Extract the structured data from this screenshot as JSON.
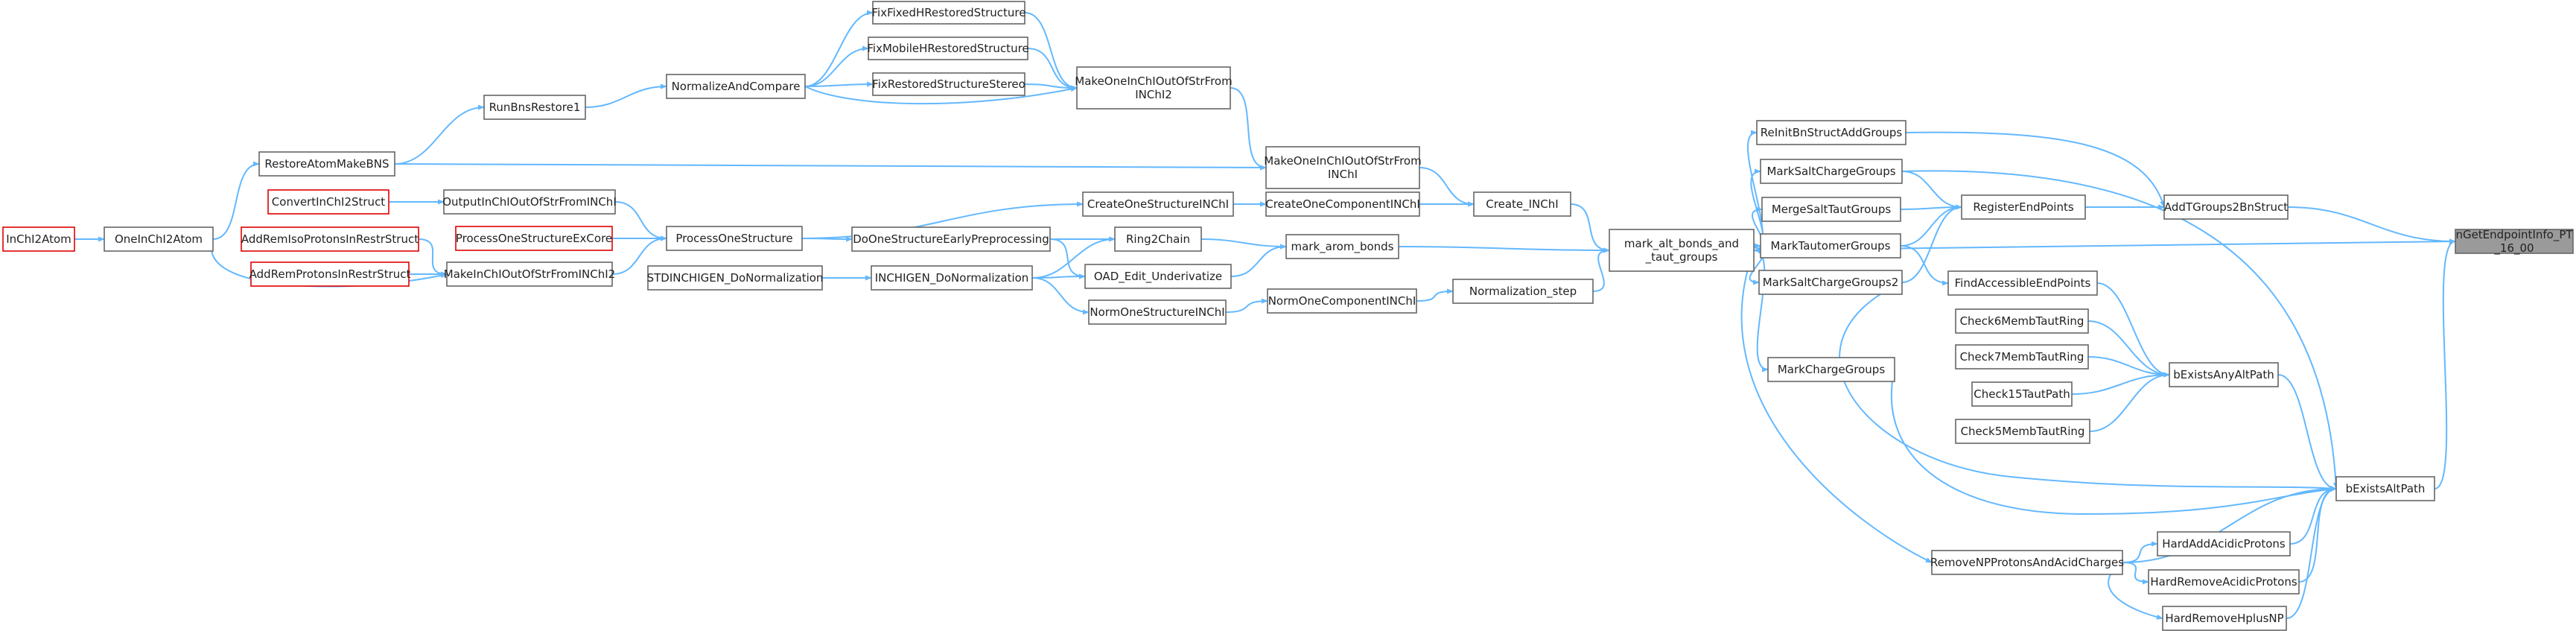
{
  "nodes": [
    {
      "id": "n0",
      "label": "InChI2Atom",
      "red": true
    },
    {
      "id": "n1",
      "label": "OneInChI2Atom"
    },
    {
      "id": "n2",
      "label": "RestoreAtomMakeBNS"
    },
    {
      "id": "n3",
      "label": "RunBnsRestore1"
    },
    {
      "id": "n4",
      "label": "NormalizeAndCompare"
    },
    {
      "id": "n5",
      "label": "FixFixedHRestoredStructure"
    },
    {
      "id": "n6",
      "label": "FixMobileHRestoredStructure"
    },
    {
      "id": "n7",
      "label": "FixRestoredStructureStereo"
    },
    {
      "id": "n8",
      "label": "MakeOneInChIOutOfStrFrom INChI2"
    },
    {
      "id": "n9",
      "label": "MakeOneInChIOutOfStrFrom INChI"
    },
    {
      "id": "n10",
      "label": "ConvertInChI2Struct",
      "red": true
    },
    {
      "id": "n11",
      "label": "OutputInChIOutOfStrFromINChI"
    },
    {
      "id": "n12",
      "label": "AddRemIsoProtonsInRestrStruct",
      "red": true
    },
    {
      "id": "n13",
      "label": "AddRemProtonsInRestrStruct",
      "red": true
    },
    {
      "id": "n14",
      "label": "MakeInChIOutOfStrFromINChI2"
    },
    {
      "id": "n15",
      "label": "ProcessOneStructureExCore",
      "red": true
    },
    {
      "id": "n16",
      "label": "ProcessOneStructure"
    },
    {
      "id": "n17",
      "label": "STDINCHIGEN_DoNormalization"
    },
    {
      "id": "n18",
      "label": "INCHIGEN_DoNormalization"
    },
    {
      "id": "n19",
      "label": "DoOneStructureEarlyPreprocessing"
    },
    {
      "id": "n20",
      "label": "CreateOneStructureINChI"
    },
    {
      "id": "n21",
      "label": "Ring2Chain"
    },
    {
      "id": "n22",
      "label": "OAD_Edit_Underivatize"
    },
    {
      "id": "n23",
      "label": "NormOneStructureINChI"
    },
    {
      "id": "n24",
      "label": "CreateOneComponentINChI"
    },
    {
      "id": "n25",
      "label": "mark_arom_bonds"
    },
    {
      "id": "n26",
      "label": "NormOneComponentINChI"
    },
    {
      "id": "n27",
      "label": "Create_INChI"
    },
    {
      "id": "n28",
      "label": "Normalization_step"
    },
    {
      "id": "n29",
      "label": "mark_alt_bonds_and _taut_groups"
    },
    {
      "id": "n30",
      "label": "ReInitBnStructAddGroups"
    },
    {
      "id": "n31",
      "label": "MarkSaltChargeGroups"
    },
    {
      "id": "n32",
      "label": "MergeSaltTautGroups"
    },
    {
      "id": "n33",
      "label": "MarkTautomerGroups"
    },
    {
      "id": "n34",
      "label": "MarkSaltChargeGroups2"
    },
    {
      "id": "n35",
      "label": "MarkChargeGroups"
    },
    {
      "id": "n36",
      "label": "RemoveNPProtonsAndAcidCharges"
    },
    {
      "id": "n37",
      "label": "RegisterEndPoints"
    },
    {
      "id": "n38",
      "label": "FindAccessibleEndPoints"
    },
    {
      "id": "n39",
      "label": "Check6MembTautRing"
    },
    {
      "id": "n40",
      "label": "Check7MembTautRing"
    },
    {
      "id": "n41",
      "label": "Check15TautPath"
    },
    {
      "id": "n42",
      "label": "Check5MembTautRing"
    },
    {
      "id": "n43",
      "label": "bExistsAnyAltPath"
    },
    {
      "id": "n44",
      "label": "HardAddAcidicProtons"
    },
    {
      "id": "n45",
      "label": "HardRemoveAcidicProtons"
    },
    {
      "id": "n46",
      "label": "HardRemoveHplusNP"
    },
    {
      "id": "n47",
      "label": "bExistsAltPath"
    },
    {
      "id": "n48",
      "label": "AddTGroups2BnStruct"
    },
    {
      "id": "n49",
      "label": "nGetEndpointInfo_PT _16_00",
      "root": true
    }
  ],
  "edges": [
    [
      "n0",
      "n1"
    ],
    [
      "n1",
      "n2"
    ],
    [
      "n1",
      "n14"
    ],
    [
      "n2",
      "n3"
    ],
    [
      "n2",
      "n9"
    ],
    [
      "n3",
      "n4"
    ],
    [
      "n4",
      "n5"
    ],
    [
      "n4",
      "n6"
    ],
    [
      "n4",
      "n7"
    ],
    [
      "n4",
      "n8"
    ],
    [
      "n5",
      "n8"
    ],
    [
      "n6",
      "n8"
    ],
    [
      "n7",
      "n8"
    ],
    [
      "n8",
      "n9"
    ],
    [
      "n9",
      "n27"
    ],
    [
      "n10",
      "n11"
    ],
    [
      "n11",
      "n16"
    ],
    [
      "n12",
      "n14"
    ],
    [
      "n13",
      "n14"
    ],
    [
      "n14",
      "n16"
    ],
    [
      "n15",
      "n16"
    ],
    [
      "n16",
      "n19"
    ],
    [
      "n16",
      "n20"
    ],
    [
      "n17",
      "n18"
    ],
    [
      "n18",
      "n21"
    ],
    [
      "n18",
      "n22"
    ],
    [
      "n18",
      "n23"
    ],
    [
      "n19",
      "n21"
    ],
    [
      "n19",
      "n22"
    ],
    [
      "n20",
      "n24"
    ],
    [
      "n21",
      "n25"
    ],
    [
      "n22",
      "n25"
    ],
    [
      "n23",
      "n26"
    ],
    [
      "n24",
      "n27"
    ],
    [
      "n25",
      "n29"
    ],
    [
      "n26",
      "n28"
    ],
    [
      "n27",
      "n29"
    ],
    [
      "n28",
      "n29"
    ],
    [
      "n29",
      "n30"
    ],
    [
      "n29",
      "n31"
    ],
    [
      "n29",
      "n32"
    ],
    [
      "n29",
      "n33"
    ],
    [
      "n29",
      "n34"
    ],
    [
      "n29",
      "n35"
    ],
    [
      "n29",
      "n36"
    ],
    [
      "n29",
      "n49"
    ],
    [
      "n30",
      "n48"
    ],
    [
      "n31",
      "n37"
    ],
    [
      "n31",
      "n47"
    ],
    [
      "n32",
      "n37"
    ],
    [
      "n33",
      "n37"
    ],
    [
      "n34",
      "n37"
    ],
    [
      "n34",
      "n47"
    ],
    [
      "n35",
      "n47"
    ],
    [
      "n36",
      "n44"
    ],
    [
      "n36",
      "n45"
    ],
    [
      "n36",
      "n46"
    ],
    [
      "n36",
      "n47"
    ],
    [
      "n33",
      "n38"
    ],
    [
      "n38",
      "n43"
    ],
    [
      "n39",
      "n43"
    ],
    [
      "n40",
      "n43"
    ],
    [
      "n41",
      "n43"
    ],
    [
      "n42",
      "n43"
    ],
    [
      "n43",
      "n47"
    ],
    [
      "n44",
      "n47"
    ],
    [
      "n45",
      "n47"
    ],
    [
      "n46",
      "n47"
    ],
    [
      "n37",
      "n48"
    ],
    [
      "n48",
      "n49"
    ],
    [
      "n47",
      "n49"
    ]
  ]
}
